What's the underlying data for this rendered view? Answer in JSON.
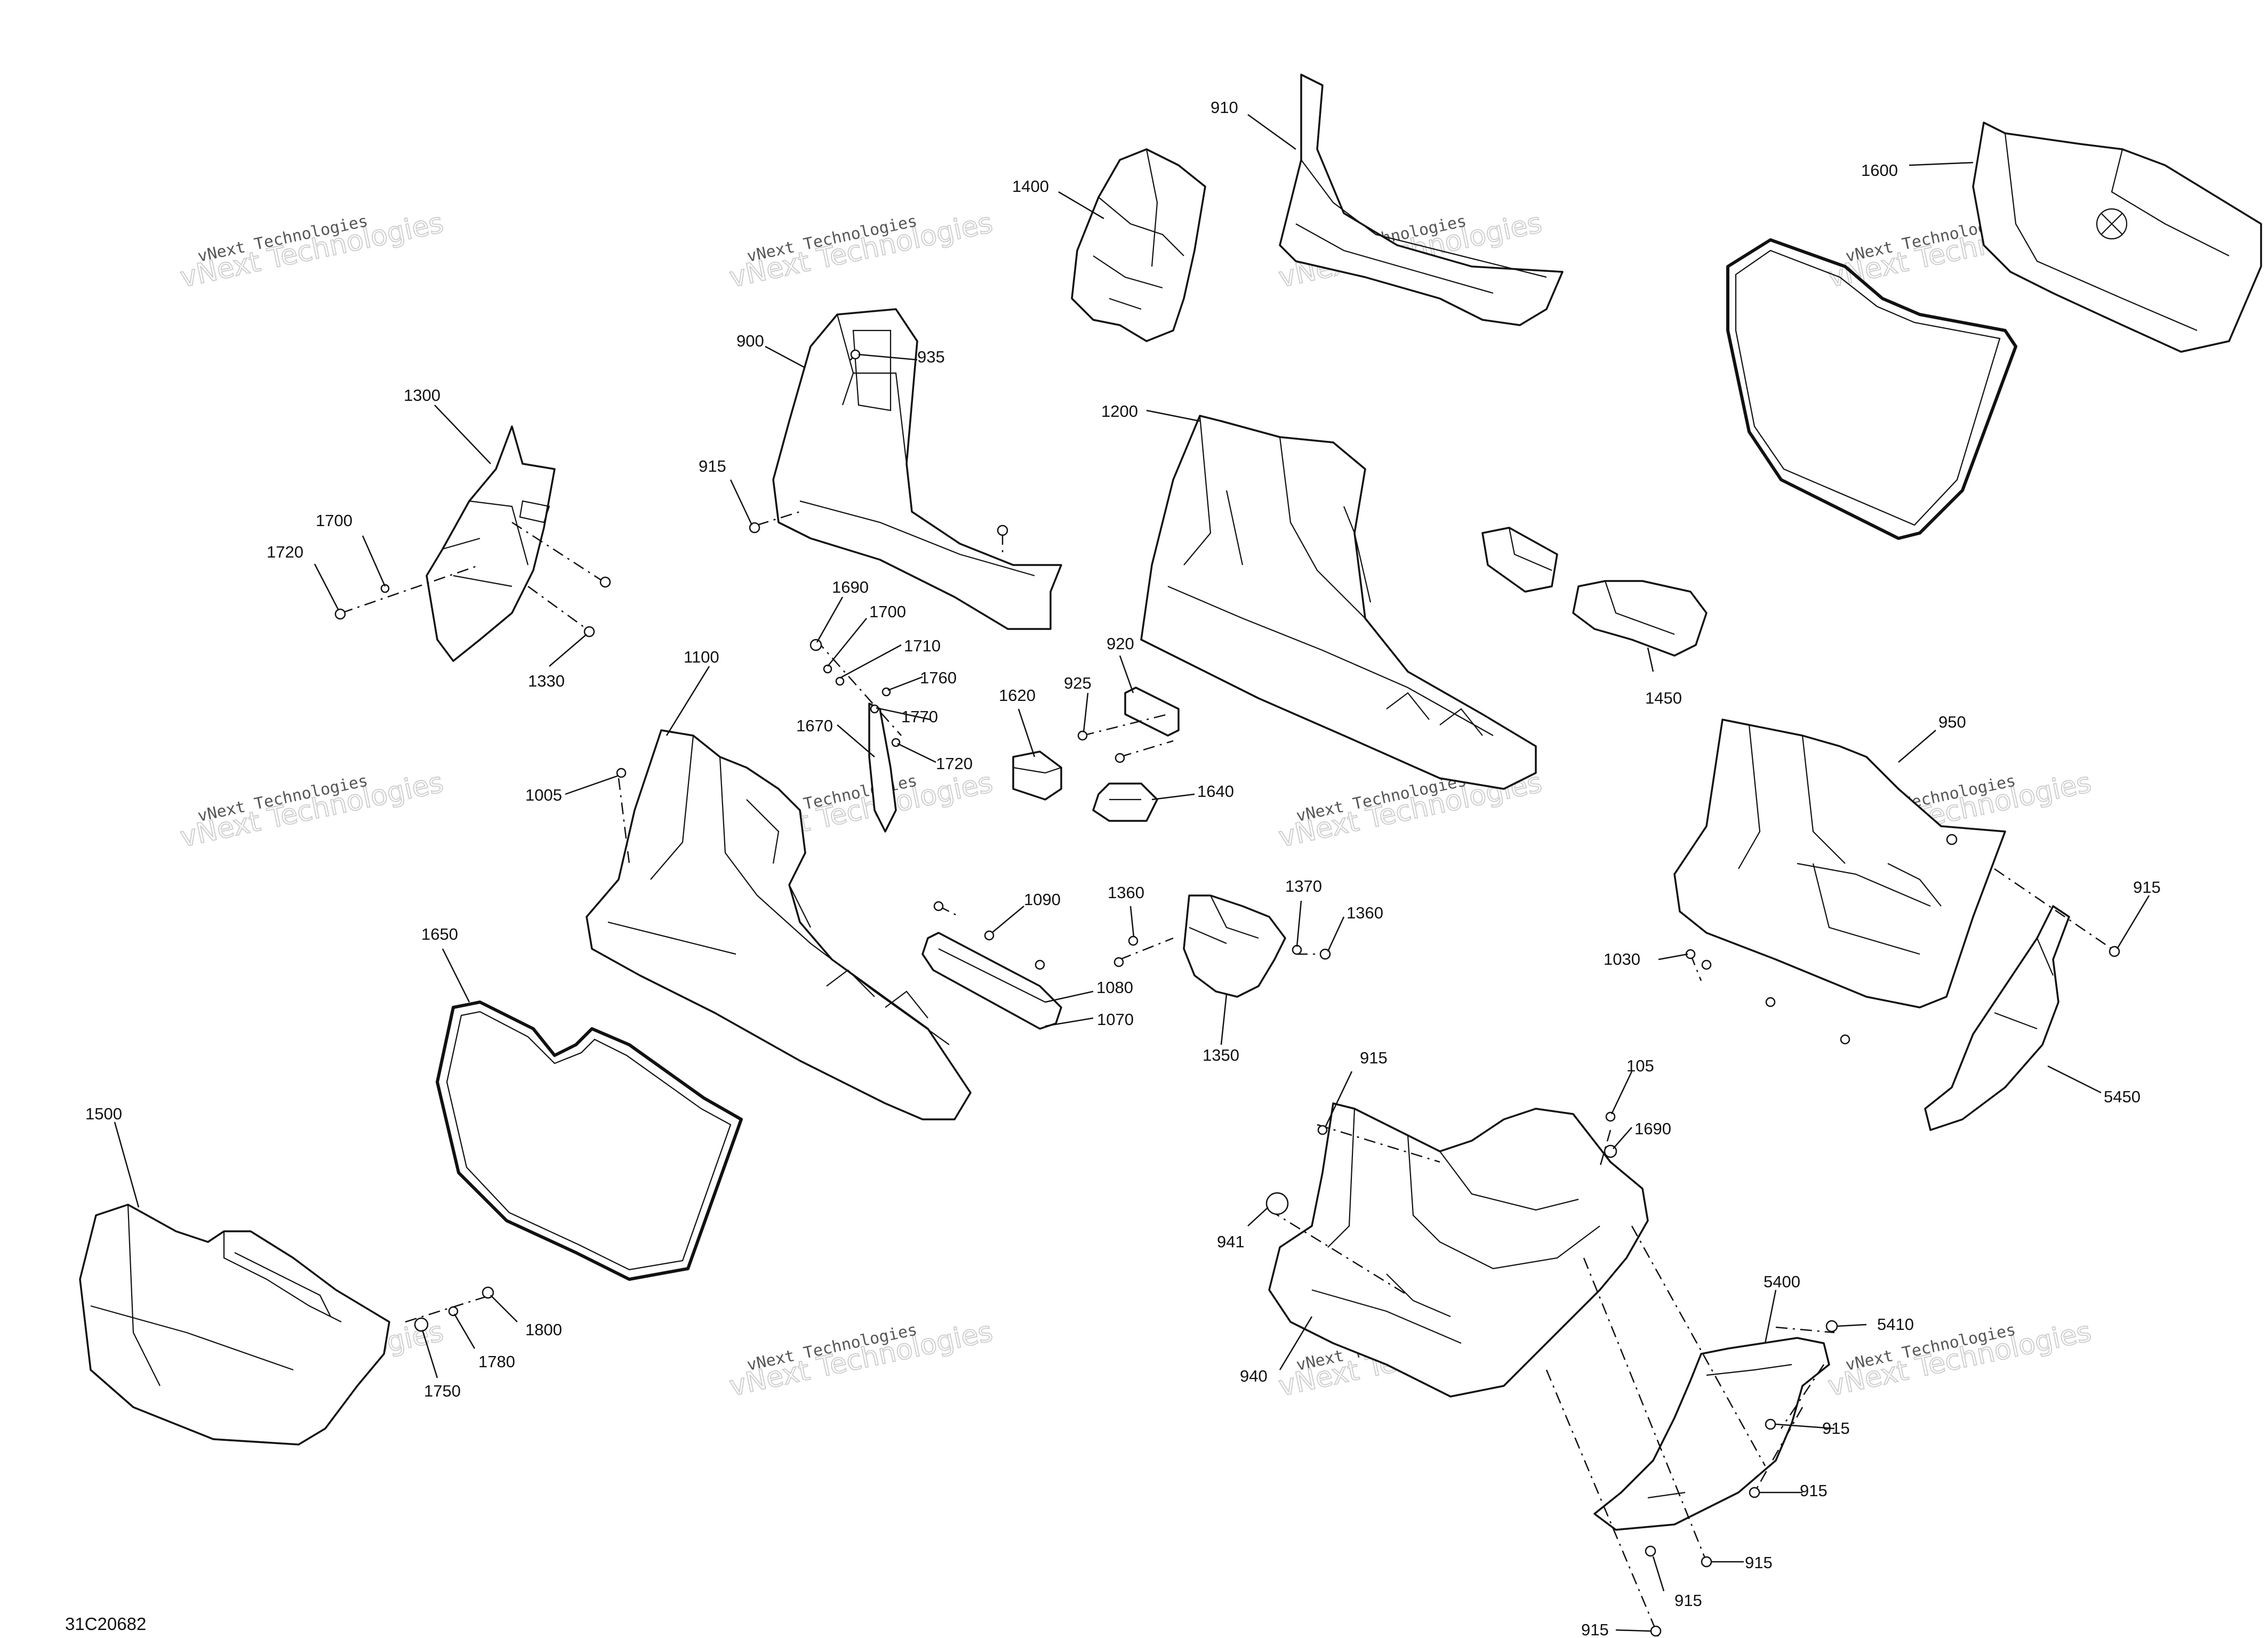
{
  "diagram": {
    "reference_code": "31C20682",
    "watermark_text": "vNext Technologies",
    "callouts": {
      "c1300": "1300",
      "c1700a": "1700",
      "c1720a": "1720",
      "c1330": "1330",
      "c900": "900",
      "c935": "935",
      "c915a": "915",
      "c1400": "1400",
      "c910": "910",
      "c1200": "1200",
      "c1600": "1600",
      "c1450": "1450",
      "c950": "950",
      "c915b": "915",
      "c1030": "1030",
      "c5450": "5450",
      "c1100": "1100",
      "c1005": "1005",
      "c1690a": "1690",
      "c1700b": "1700",
      "c1710": "1710",
      "c1760": "1760",
      "c1770": "1770",
      "c1670": "1670",
      "c1720b": "1720",
      "c1620": "1620",
      "c925": "925",
      "c920": "920",
      "c1640": "1640",
      "c1090": "1090",
      "c1360a": "1360",
      "c1370": "1370",
      "c1360b": "1360",
      "c1080": "1080",
      "c1070": "1070",
      "c1350": "1350",
      "c1650": "1650",
      "c1500": "1500",
      "c1800": "1800",
      "c1780": "1780",
      "c1750": "1750",
      "c915c": "915",
      "c105": "105",
      "c1690b": "1690",
      "c941": "941",
      "c940": "940",
      "c5400": "5400",
      "c5410": "5410",
      "c915d": "915",
      "c915e": "915",
      "c915f": "915",
      "c915g": "915",
      "c915h": "915"
    }
  }
}
